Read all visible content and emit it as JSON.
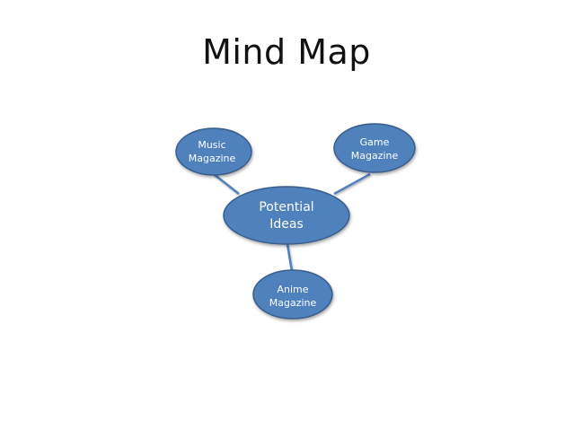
{
  "slide": {
    "title": "Mind Map"
  },
  "colors": {
    "node_fill": "#4f81bd",
    "node_stroke": "#385d8a",
    "connector": "#4f81bd",
    "text": "#ffffff"
  },
  "diagram": {
    "central": {
      "line1": "Potential",
      "line2": "Ideas"
    },
    "music": {
      "line1": "Music",
      "line2": "Magazine"
    },
    "game": {
      "line1": "Game",
      "line2": "Magazine"
    },
    "anime": {
      "line1": "Anime",
      "line2": "Magazine"
    }
  }
}
